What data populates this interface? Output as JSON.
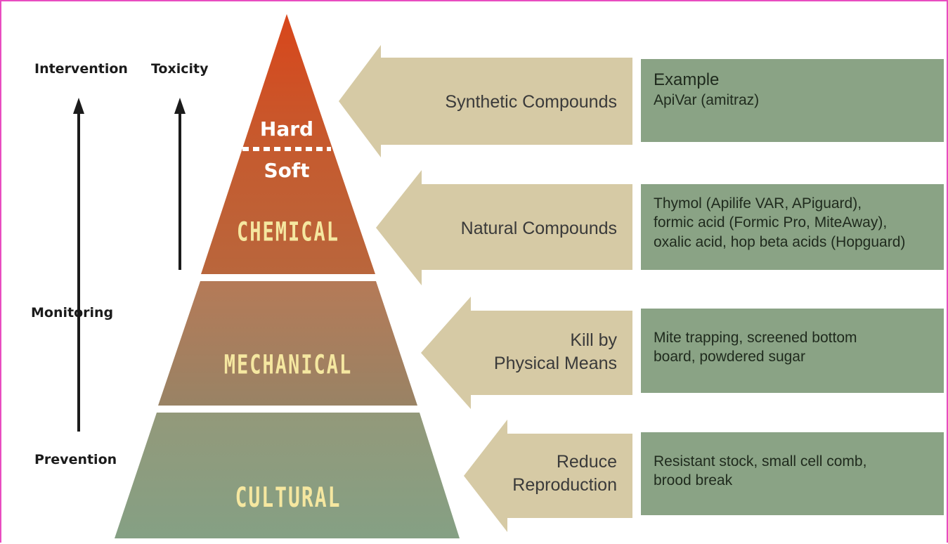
{
  "axes": {
    "intervention": "Intervention",
    "toxicity": "Toxicity",
    "monitoring": "Monitoring",
    "prevention": "Prevention"
  },
  "pyramid": {
    "hard": "Hard",
    "soft": "Soft",
    "tiers": [
      {
        "label": "CHEMICAL",
        "color": "#c4622f"
      },
      {
        "label": "MECHANICAL",
        "color": "#a6825e"
      },
      {
        "label": "CULTURAL",
        "color": "#8fa283"
      }
    ]
  },
  "methods": [
    {
      "line1": "Synthetic Compounds",
      "line2": ""
    },
    {
      "line1": "Natural Compounds",
      "line2": ""
    },
    {
      "line1": "Kill by",
      "line2": "Physical Means"
    },
    {
      "line1": "Reduce",
      "line2": "Reproduction"
    }
  ],
  "examples": [
    {
      "title": "Example",
      "lines": [
        "ApiVar (amitraz)"
      ]
    },
    {
      "title": "",
      "lines": [
        "Thymol (Apilife VAR, APiguard),",
        "formic acid (Formic Pro, MiteAway),",
        "oxalic acid, hop beta acids (Hopguard)"
      ]
    },
    {
      "title": "",
      "lines": [
        "Mite trapping, screened bottom",
        "board, powdered sugar"
      ]
    },
    {
      "title": "",
      "lines": [
        "Resistant stock, small cell comb,",
        "brood break"
      ]
    }
  ],
  "colors": {
    "arrow_fill": "#d6caa5",
    "box_fill": "#8aa385",
    "frame_border": "#e84cc0"
  }
}
